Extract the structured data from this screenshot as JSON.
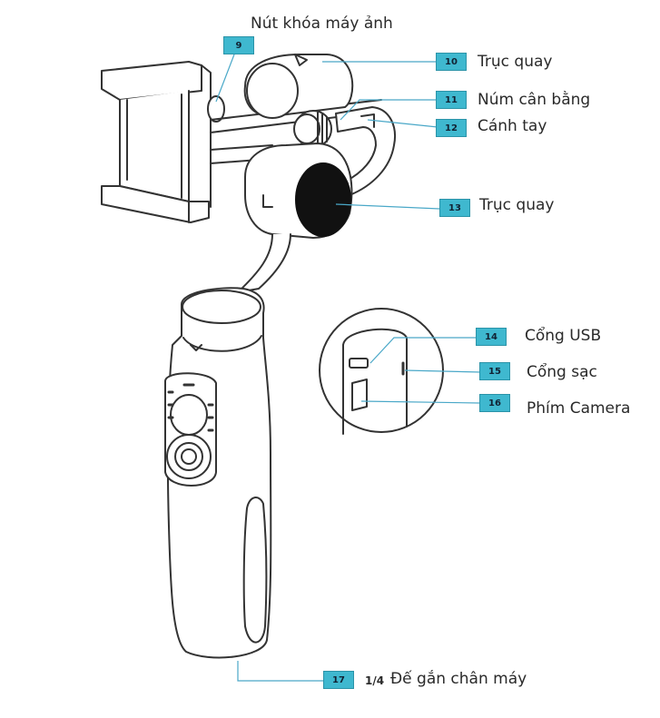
{
  "callouts": {
    "c9": {
      "number": "9",
      "label": "Nút khóa máy ảnh"
    },
    "c10": {
      "number": "10",
      "label": "Trục quay"
    },
    "c11": {
      "number": "11",
      "label": "Núm cân bằng"
    },
    "c12": {
      "number": "12",
      "label": "Cánh tay"
    },
    "c13": {
      "number": "13",
      "label": "Trục quay"
    },
    "c14": {
      "number": "14",
      "label": "Cổng USB"
    },
    "c15": {
      "number": "15",
      "label": "Cổng sạc"
    },
    "c16": {
      "number": "16",
      "label": "Phím Camera"
    },
    "c17": {
      "number": "17",
      "prefix": "1/4",
      "label": "Đế gắn chân máy"
    }
  },
  "colors": {
    "badge": "#3fb8cf",
    "leader": "#4aa8c8",
    "outline": "#333333"
  }
}
